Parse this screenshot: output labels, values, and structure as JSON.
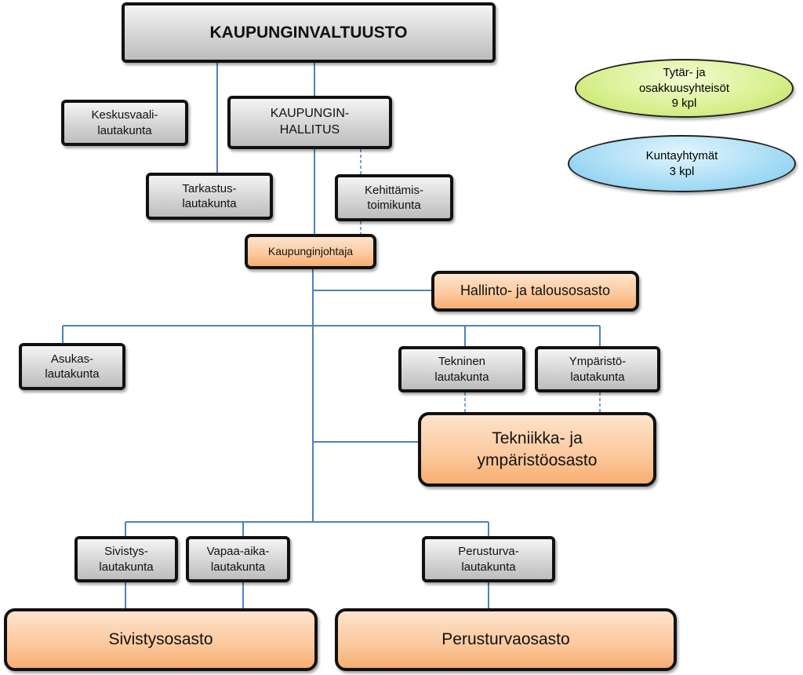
{
  "nodes": {
    "valtuusto": "KAUPUNGINVALTUUSTO",
    "keskusvaali": "Keskusvaali-\nlautakunta",
    "hallitus": "KAUPUNGIN-\nHALLITUS",
    "tarkastus": "Tarkastus-\nlautakunta",
    "kehittamis": "Kehittämis-\ntoimikunta",
    "johtaja": "Kaupunginjohtaja",
    "hallinto": "Hallinto- ja talousosasto",
    "asukas": "Asukas-\nlautakunta",
    "tekninen": "Tekninen\nlautakunta",
    "ymparisto": "Ympäristö-\nlautakunta",
    "tekniikka": "Tekniikka- ja\nympäristöosasto",
    "sivistys": "Sivistys-\nlautakunta",
    "vapaa": "Vapaa-aika-\nlautakunta",
    "perusturva": "Perusturva-\nlautakunta",
    "sivistysosasto": "Sivistysosasto",
    "perusturvaosasto": "Perusturvaosasto"
  },
  "ellipses": {
    "tytar": "Tytär- ja\nosakkuusyhteisöt\n9 kpl",
    "kuntayhtymat": "Kuntayhtymät\n3 kpl"
  },
  "colors": {
    "line": "#4f81bd",
    "green": "#d7f08e",
    "blue": "#a6dcf5"
  }
}
